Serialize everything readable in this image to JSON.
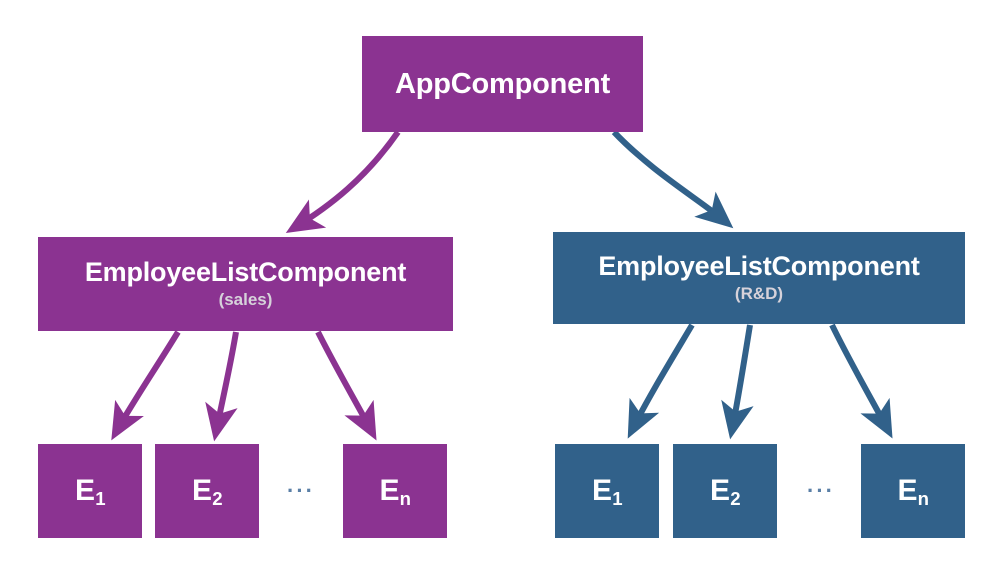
{
  "diagram": {
    "title": "Angular component tree with two EmployeeListComponent branches",
    "colors": {
      "purple": "#8B3391",
      "blue": "#31618A",
      "label": "#ffffff",
      "sublabel": "#d6d2da",
      "ellipsis": "#5a7fa6",
      "background": "#ffffff"
    },
    "root": {
      "label": "AppComponent",
      "color": "#8B3391"
    },
    "branches": [
      {
        "id": "sales",
        "color": "#8B3391",
        "parent": {
          "label": "EmployeeListComponent",
          "sublabel": "(sales)"
        },
        "ellipsis": "···",
        "leaves": [
          {
            "base": "E",
            "sub": "1"
          },
          {
            "base": "E",
            "sub": "2"
          },
          {
            "base": "E",
            "sub": "n"
          }
        ]
      },
      {
        "id": "rnd",
        "color": "#31618A",
        "parent": {
          "label": "EmployeeListComponent",
          "sublabel": "(R&D)"
        },
        "ellipsis": "···",
        "leaves": [
          {
            "base": "E",
            "sub": "1"
          },
          {
            "base": "E",
            "sub": "2"
          },
          {
            "base": "E",
            "sub": "n"
          }
        ]
      }
    ]
  }
}
